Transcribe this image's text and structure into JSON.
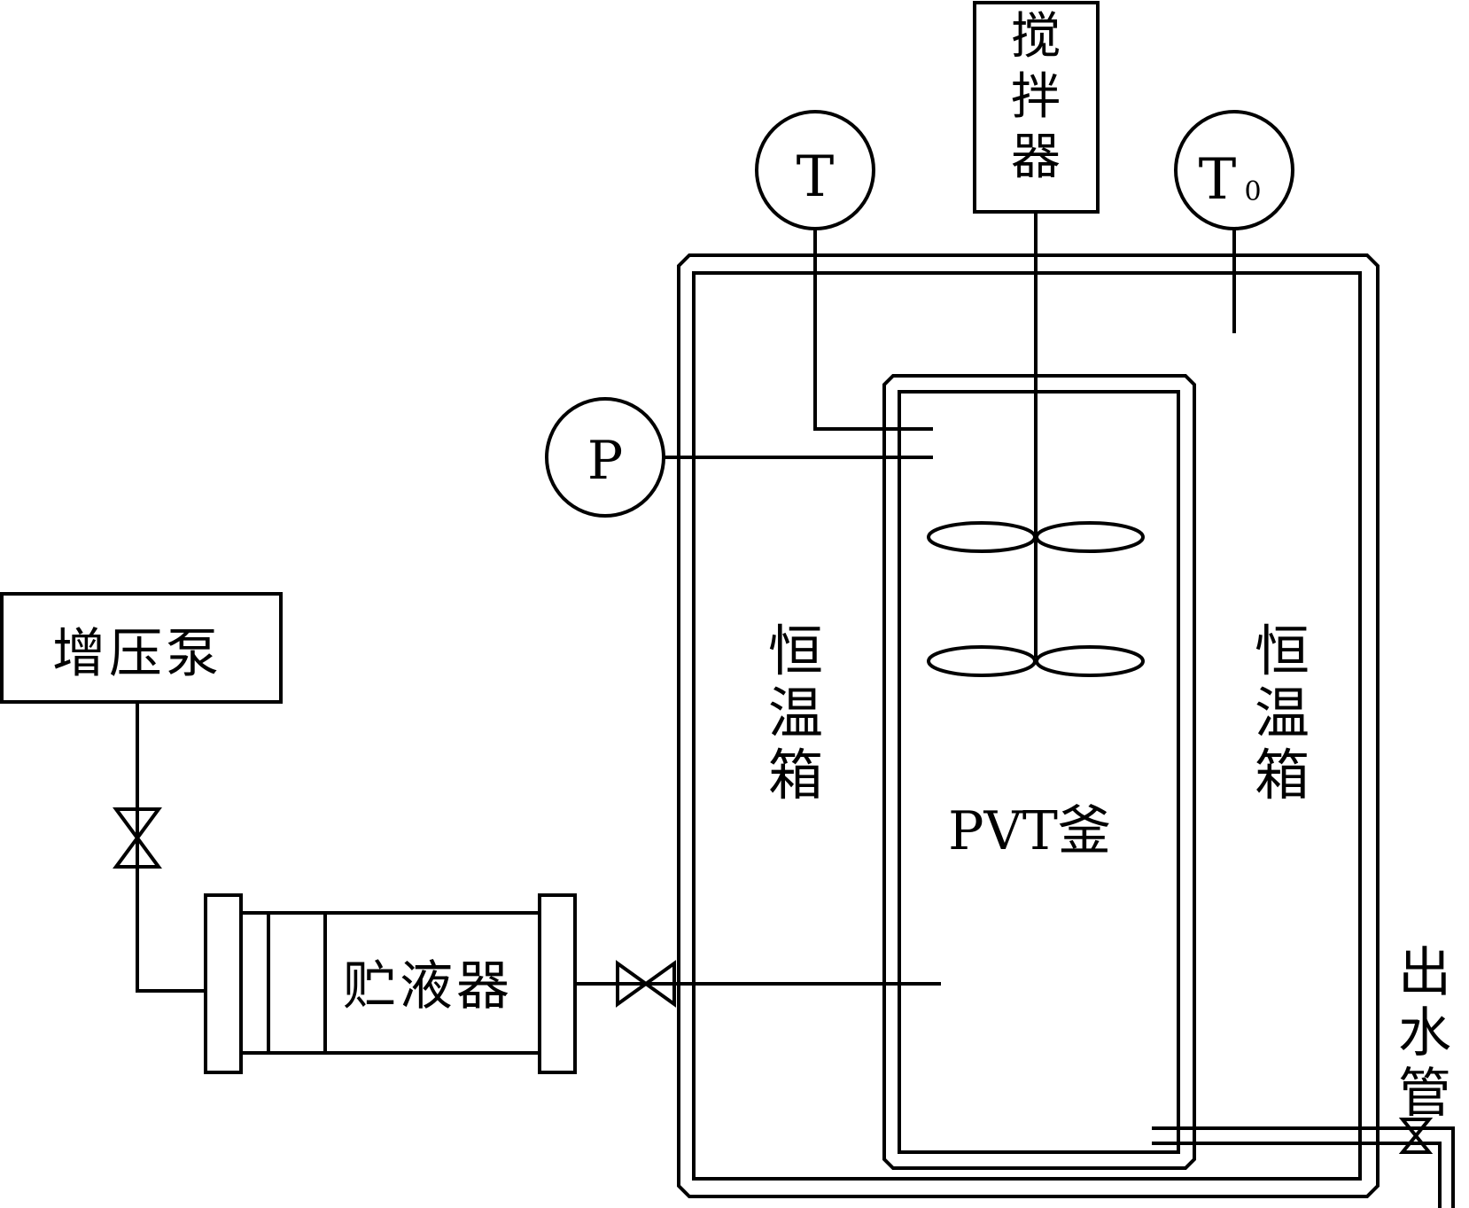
{
  "labels": {
    "stirrer": [
      "搅",
      "拌",
      "器"
    ],
    "temp_gauge": "T",
    "ambient_gauge_main": "T",
    "ambient_gauge_sub": "0",
    "pressure_gauge": "P",
    "booster_pump": "增压泵",
    "reservoir": "贮液器",
    "oven_left": [
      "恒",
      "温",
      "箱"
    ],
    "oven_right": [
      "恒",
      "温",
      "箱"
    ],
    "pvt_cell": "PVT釜",
    "outlet": [
      "出",
      "水",
      "管"
    ]
  }
}
